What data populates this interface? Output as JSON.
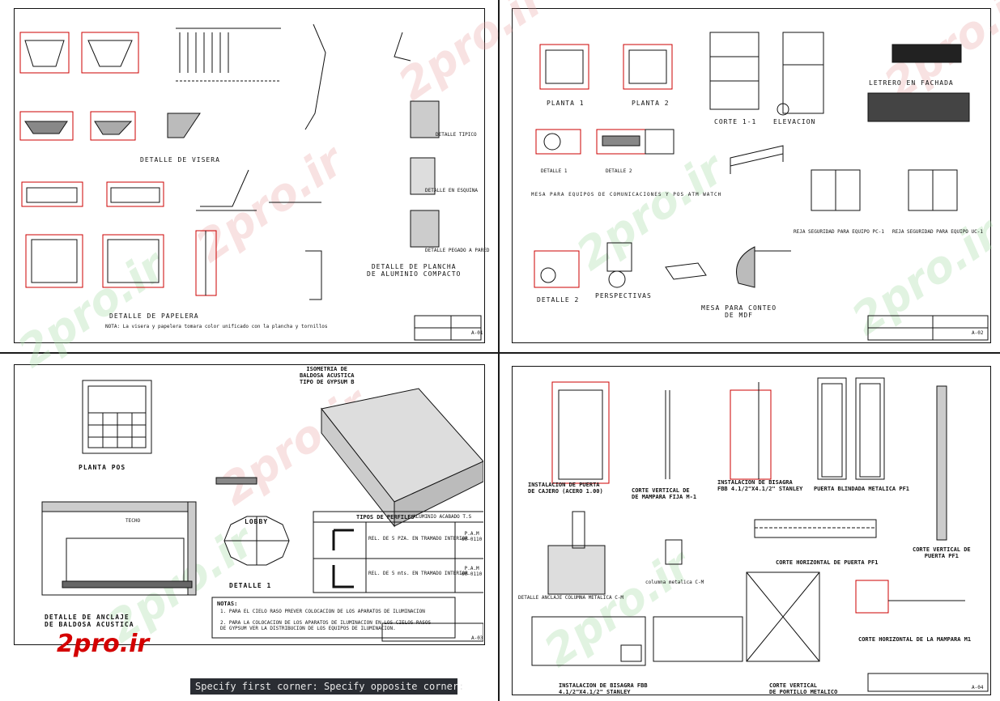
{
  "app": {
    "command_line": "Specify first corner: Specify opposite corner:",
    "watermark": "2pro.ir",
    "logo": "2pro.ir"
  },
  "sheets": {
    "top_left": {
      "titles": {
        "visera": "DETALLE DE VISERA",
        "papelera": "DETALLE DE PAPELERA",
        "plancha": "DETALLE DE PLANCHA\nDE ALUMINIO COMPACTO",
        "detalle_tipico": "DETALLE TIPICO",
        "detalle_esquina": "DETALLE EN ESQUINA",
        "detalle_pegado": "DETALLE PEGADO A PARED"
      },
      "note": "NOTA:  La visera y papelera tomara color unificado con la plancha y tornillos",
      "sheet_no": "A-01"
    },
    "top_right": {
      "titles": {
        "planta1": "PLANTA 1",
        "planta2": "PLANTA 2",
        "corte": "CORTE 1-1",
        "elevacion": "ELEVACION",
        "detalle1": "DETALLE 1",
        "detalle2": "DETALLE 2",
        "mesa_equipos": "MESA PARA EQUIPOS DE COMUNICACIONES Y POS ATM WATCH",
        "letrero": "LETRERO EN FACHADA",
        "reja_pc": "REJA SEGURIDAD PARA EQUIPO PC-1",
        "reja_uc": "REJA SEGURIDAD PARA EQUIPO UC-1",
        "detalle2b": "DETALLE 2",
        "perspectivas": "PERSPECTIVAS",
        "mesa_conteo": "MESA PARA CONTEO\nDE MDF"
      },
      "sheet_no": "A-02"
    },
    "bottom_left": {
      "titles": {
        "isometria": "ISOMETRIA DE\nBALDOSA ACUSTICA\nTIPO DE GYPSUM B",
        "planta_pos": "PLANTA POS",
        "detalle_anclaje": "DETALLE DE ANCLAJE\nDE BALDOSA ACUSTICA",
        "lobby": "LOBBY",
        "detalle1": "DETALLE 1",
        "techo": "TECHO"
      },
      "table": {
        "title": "TIPOS DE PERFILES",
        "subtitle": "ALUMINIO ACABADO T.S",
        "rows": [
          {
            "desc": "REL. DE 5 PZA. EN TRAMADO INTERIOR",
            "code": "P.A.M\n00-0110"
          },
          {
            "desc": "REL. DE 5 mts. EN TRAMADO INTERIOR",
            "code": "P.A.M\n00-0110"
          }
        ]
      },
      "notes": {
        "title": "NOTAS:",
        "items": [
          "1. PARA EL CIELO RASO PREVER COLOCACION DE LOS APARATOS DE ILUMINACION",
          "2. PARA LA COLOCACION DE LOS APARATOS DE ILUMINACION EN LOS CIELOS RASOS DE GYPSUM VER LA DISTRIBUCION DE LOS EQUIPOS DE ILUMINACION."
        ]
      },
      "sheet_no": "A-03"
    },
    "bottom_right": {
      "titles": {
        "puerta_cajero": "INSTALACION DE PUERTA\nDE CAJERO (ACERO 1.00)",
        "corte_mampara": "CORTE VERTICAL DE\nDE MAMPARA FIJA M-1",
        "bisagra": "INSTALACION DE BISAGRA\nFBB 4.1/2\"X4.1/2\" STANLEY",
        "puerta_blindada": "PUERTA BLINDADA METALICA PF1",
        "corte_vertical_pf1": "CORTE VERTICAL DE\nPUERTA PF1",
        "corte_horizontal_pf1": "CORTE HORIZONTAL DE PUERTA PF1",
        "columna": "columna metalica C-M",
        "anclaje": "DETALLE ANCLAJE COLUMNA METALICA C-M",
        "bisagra2": "INSTALACION DE BISAGRA FBB\n4.1/2\"X4.1/2\" STANLEY",
        "corte_portillo": "CORTE VERTICAL\nDE PORTILLO METALICO",
        "corte_horizontal_m1": "CORTE HORIZONTAL DE LA MAMPARA M1"
      },
      "sheet_no": "A-04"
    }
  }
}
